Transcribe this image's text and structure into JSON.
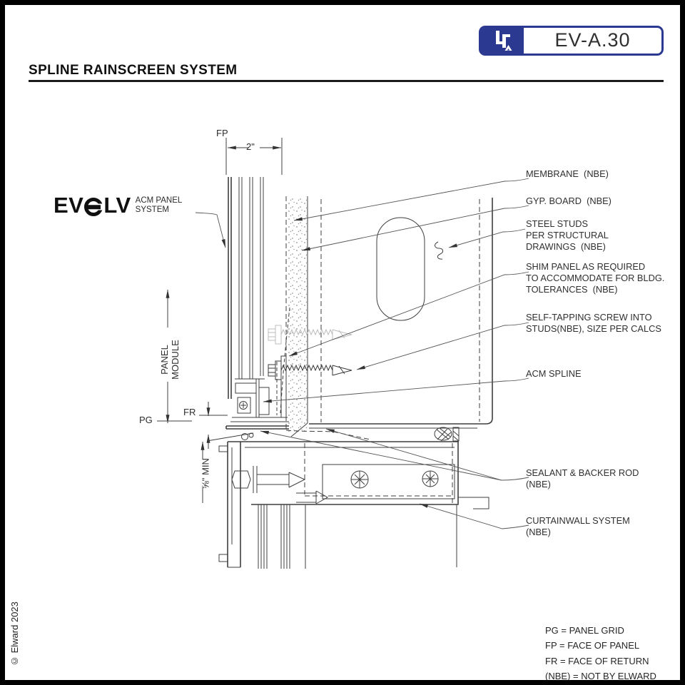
{
  "colors": {
    "accent_blue": "#2b3990",
    "line": "#3f3f3f"
  },
  "sheet": {
    "number": "EV-A.30"
  },
  "title": "SPLINE RAINSCREEN SYSTEM",
  "brand": {
    "prefix": "EV",
    "suffix": "LV",
    "tagline": "ACM PANEL\nSYSTEM"
  },
  "dimensions": {
    "fp": "FP",
    "panel_width": "2\"",
    "panel_module": "PANEL MODULE",
    "pg": "PG",
    "fr": "FR",
    "reveal_min": "⅝\" MIN"
  },
  "callouts": [
    {
      "id": "membrane",
      "text": "MEMBRANE  (NBE)"
    },
    {
      "id": "gyp-board",
      "text": "GYP. BOARD  (NBE)"
    },
    {
      "id": "steel-studs",
      "text": "STEEL STUDS\nPER STRUCTURAL\nDRAWINGS  (NBE)"
    },
    {
      "id": "shim-panel",
      "text": "SHIM PANEL AS REQUIRED\nTO ACCOMMODATE FOR BLDG.\nTOLERANCES  (NBE)"
    },
    {
      "id": "screw",
      "text": "SELF-TAPPING SCREW INTO\nSTUDS(NBE), SIZE PER CALCS"
    },
    {
      "id": "acm-spline",
      "text": "ACM SPLINE"
    },
    {
      "id": "sealant",
      "text": "SEALANT & BACKER ROD\n(NBE)"
    },
    {
      "id": "curtainwall",
      "text": "CURTAINWALL SYSTEM\n(NBE)"
    }
  ],
  "legend": {
    "lines": [
      "PG = PANEL GRID",
      "FP = FACE OF PANEL",
      "FR = FACE OF RETURN",
      "(NBE) = NOT BY ELWARD"
    ]
  },
  "copyright": "© Elward 2023"
}
